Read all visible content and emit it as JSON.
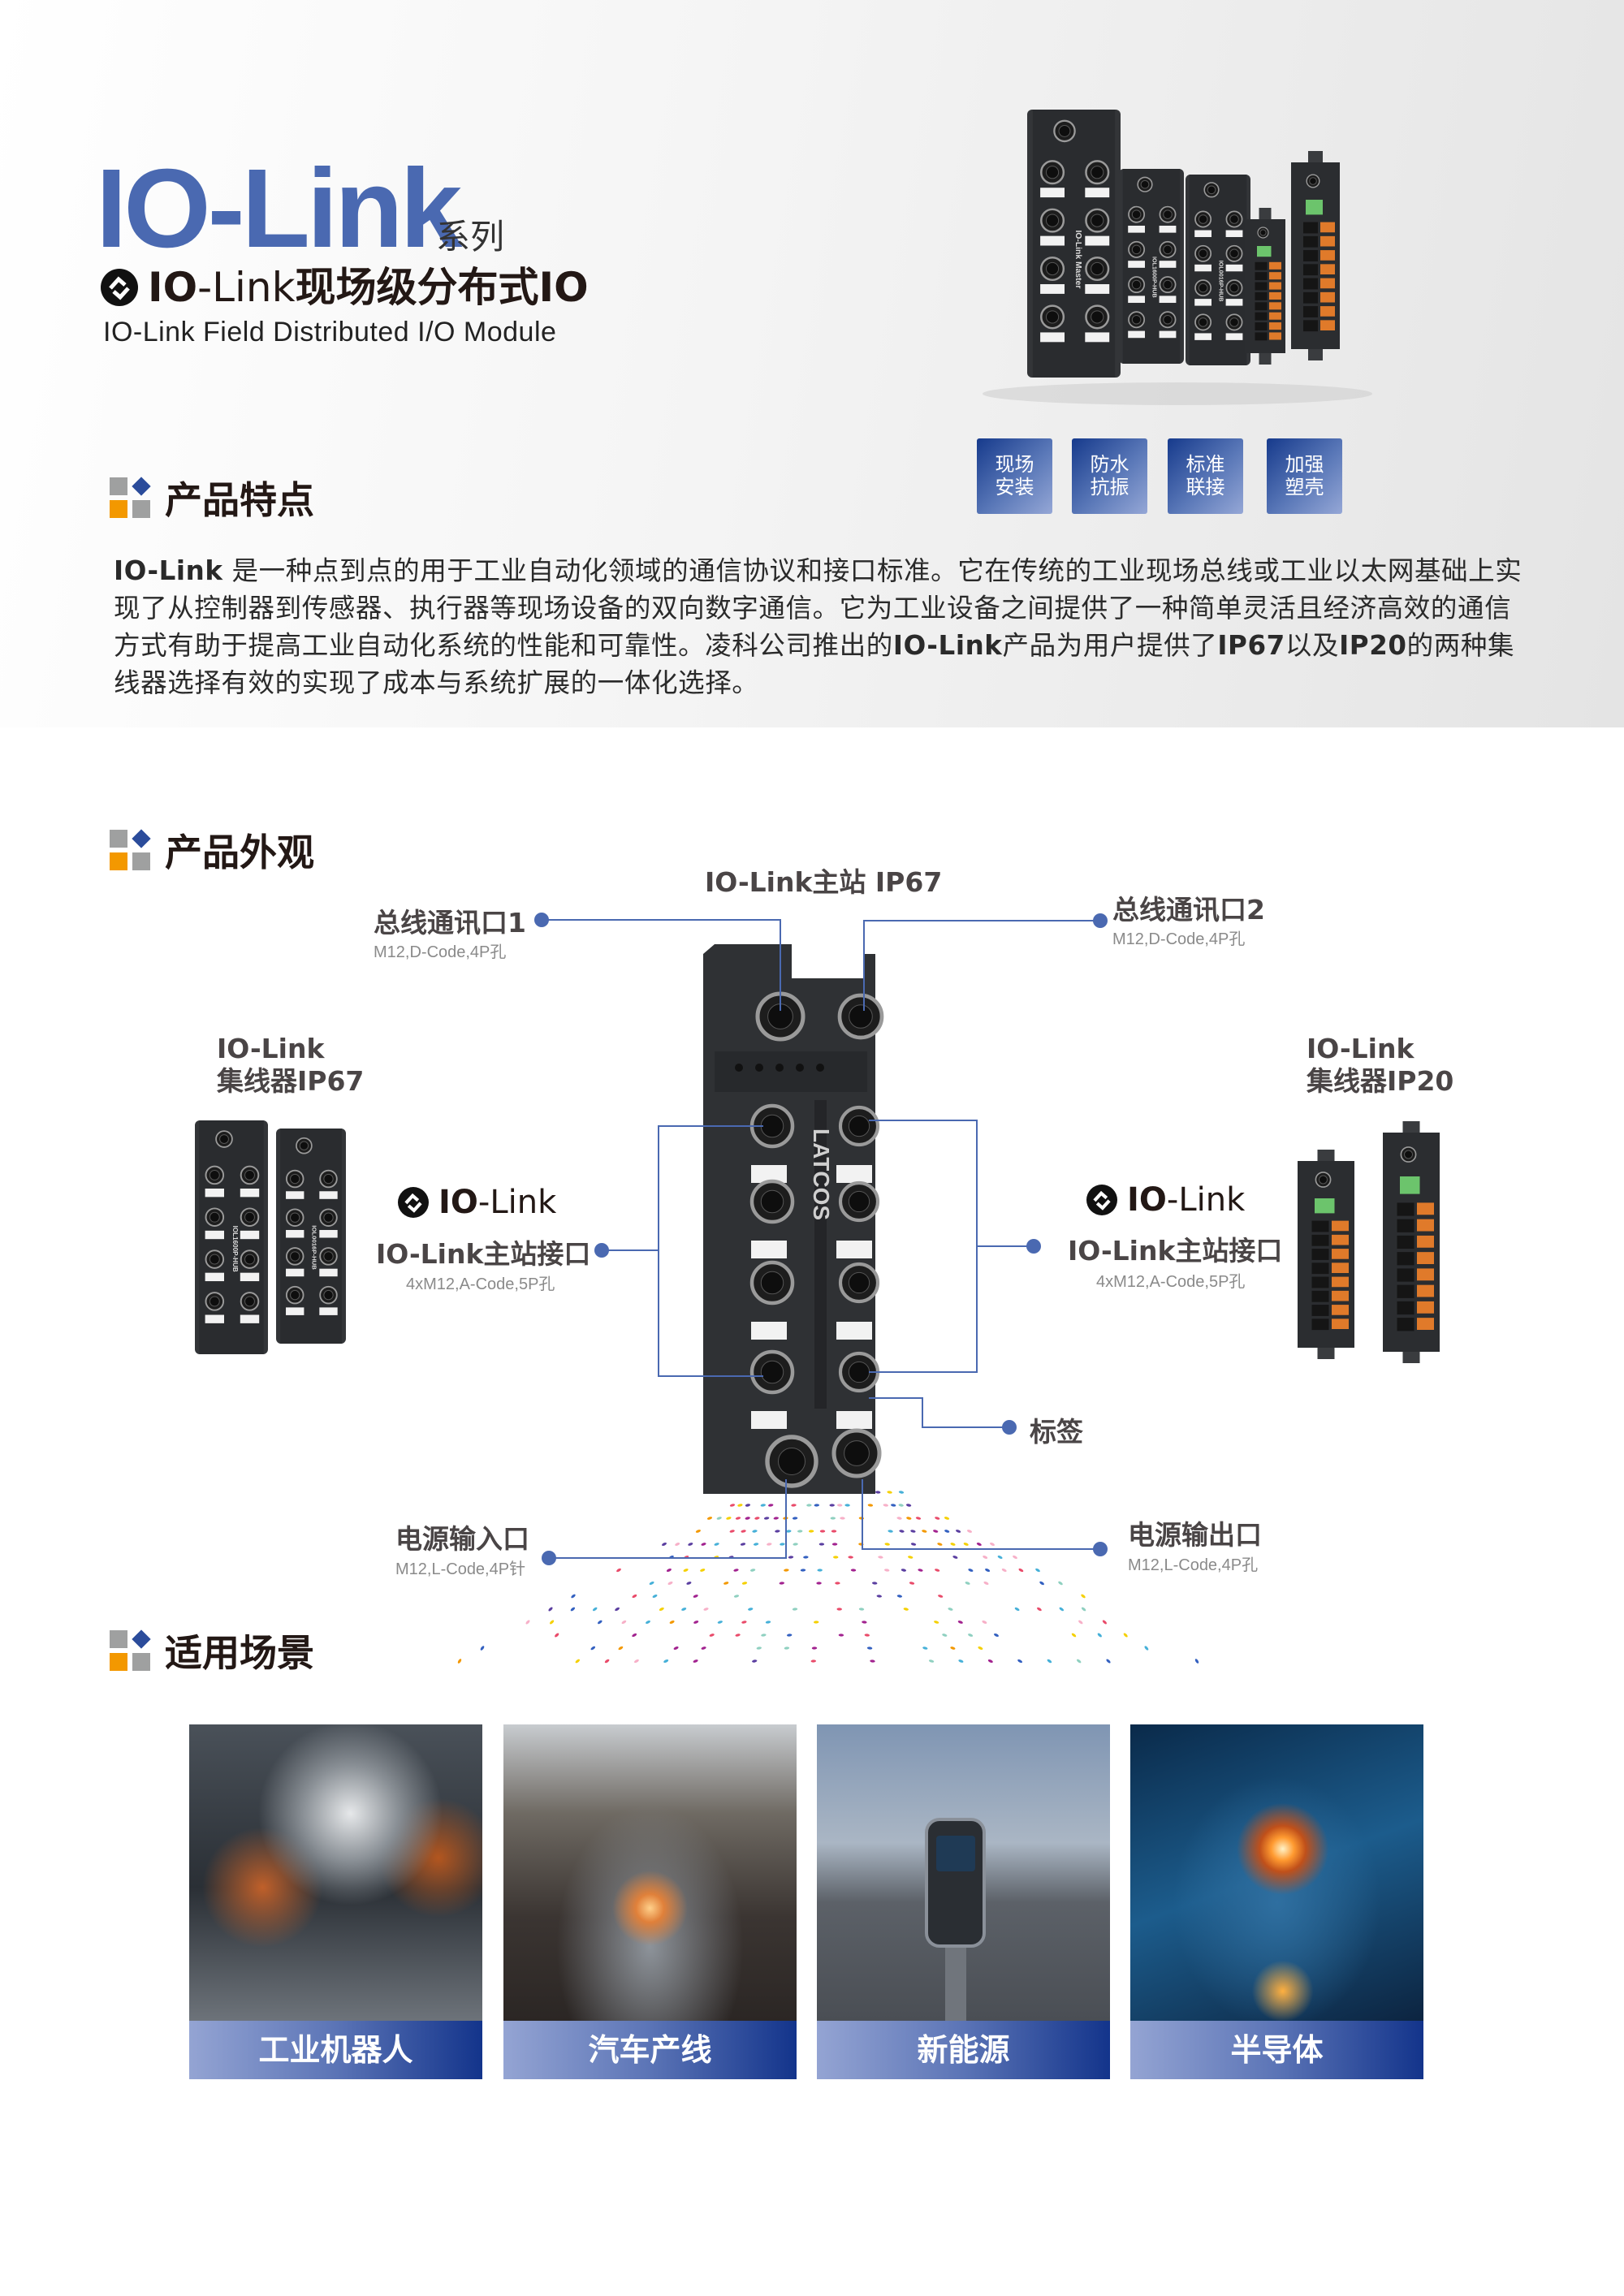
{
  "header": {
    "title": "IO-Link",
    "series": "系列",
    "subtitle_io": "IO",
    "subtitle_link": "-Link",
    "subtitle_cn": "现场级分布式IO",
    "english": "IO-Link Field Distributed I/O Module"
  },
  "features": [
    {
      "l1": "现场",
      "l2": "安装"
    },
    {
      "l1": "防水",
      "l2": "抗振"
    },
    {
      "l1": "标准",
      "l2": "联接"
    },
    {
      "l1": "加强",
      "l2": "塑壳"
    }
  ],
  "sections": {
    "features": "产品特点",
    "appearance": "产品外观",
    "scenarios": "适用场景"
  },
  "paragraph": {
    "s1": "IO-Link",
    "s2": " 是一种点到点的用于工业自动化领域的通信协议和接口标准。它在传统的工业现场总线或工业以太网基础上实现了从控制器到传感器、执行器等现场设备的双向数字通信。它为工业设备之间提供了一种简单灵活且经济高效的通信方式有助于提高工业自动化系统的性能和可靠性。凌科公司推出的",
    "s3": "IO-Link",
    "s4": "产品为用户提供了",
    "s5": "IP67",
    "s6": "以及",
    "s7": "IP20",
    "s8": "的两种集线器选择有效的实现了成本与系统扩展的一体化选择。"
  },
  "products": {
    "brand": "LATCOS",
    "master": "IO-Link Master",
    "hub1": "IOL1600P-HUB",
    "hub2": "IOL0016P-HUB"
  },
  "diagram": {
    "master_title": "IO-Link主站 IP67",
    "bus1": {
      "label": "总线通讯口1",
      "spec": "M12,D-Code,4P孔"
    },
    "bus2": {
      "label": "总线通讯口2",
      "spec": "M12,D-Code,4P孔"
    },
    "hub67": {
      "l1": "IO-Link",
      "l2": "集线器IP67"
    },
    "hub20": {
      "l1": "IO-Link",
      "l2": "集线器IP20"
    },
    "logo_io": "IO",
    "logo_link": "-Link",
    "port_left": {
      "label": "IO-Link主站接口",
      "spec": "4xM12,A-Code,5P孔"
    },
    "port_right": {
      "label": "IO-Link主站接口",
      "spec": "4xM12,A-Code,5P孔"
    },
    "tag": {
      "label": "标签"
    },
    "power_in": {
      "label": "电源输入口",
      "spec": "M12,L-Code,4P针"
    },
    "power_out": {
      "label": "电源输出口",
      "spec": "M12,L-Code,4P孔"
    }
  },
  "scenarios": [
    {
      "label": "工业机器人"
    },
    {
      "label": "汽车产线"
    },
    {
      "label": "新能源"
    },
    {
      "label": "半导体"
    }
  ],
  "colors": {
    "accent": "#4a69b1",
    "dark_blue": "#13348b",
    "orange": "#f39800",
    "gray": "#9fa0a0"
  }
}
